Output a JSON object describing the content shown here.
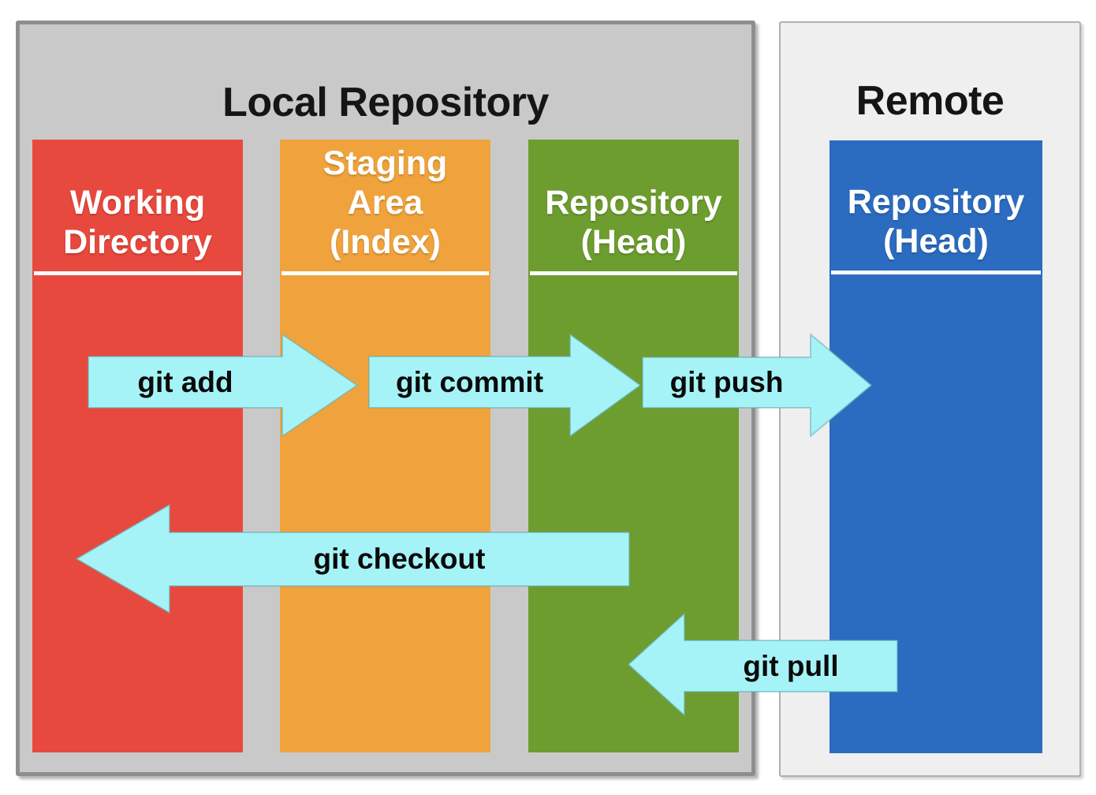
{
  "diagram_type": "git-workflow-flow-diagram",
  "local": {
    "title": "Local Repository",
    "columns": [
      {
        "id": "working-directory",
        "label": "Working\nDirectory",
        "color": "#e8493e"
      },
      {
        "id": "staging-area",
        "label": "Staging\nArea\n(Index)",
        "color": "#f0a33c"
      },
      {
        "id": "repository-head",
        "label": "Repository\n(Head)",
        "color": "#6e9d2f"
      }
    ]
  },
  "remote": {
    "title": "Remote",
    "columns": [
      {
        "id": "remote-repository-head",
        "label": "Repository\n(Head)",
        "color": "#2b6cc0"
      }
    ]
  },
  "arrows": [
    {
      "id": "git-add",
      "label": "git add",
      "direction": "right",
      "from": "working-directory",
      "to": "staging-area"
    },
    {
      "id": "git-commit",
      "label": "git commit",
      "direction": "right",
      "from": "staging-area",
      "to": "repository-head"
    },
    {
      "id": "git-push",
      "label": "git push",
      "direction": "right",
      "from": "repository-head",
      "to": "remote-repository-head"
    },
    {
      "id": "git-checkout",
      "label": "git checkout",
      "direction": "left",
      "from": "repository-head",
      "to": "working-directory"
    },
    {
      "id": "git-pull",
      "label": "git pull",
      "direction": "left",
      "from": "remote-repository-head",
      "to": "repository-head"
    }
  ],
  "colors": {
    "canvas_bg": "#ffffff",
    "local_panel_bg": "#c9c9c9",
    "local_panel_border": "#8e8e8e",
    "remote_panel_bg": "#efefef",
    "remote_panel_border": "#b0b0b0",
    "arrow_fill": "#a5f3f6",
    "arrow_outline": "#5fa8b0",
    "heading_text": "#151515",
    "column_label_text": "#ffffff",
    "arrow_label_text": "#0a0a0a",
    "column_underline": "#ffffff"
  }
}
